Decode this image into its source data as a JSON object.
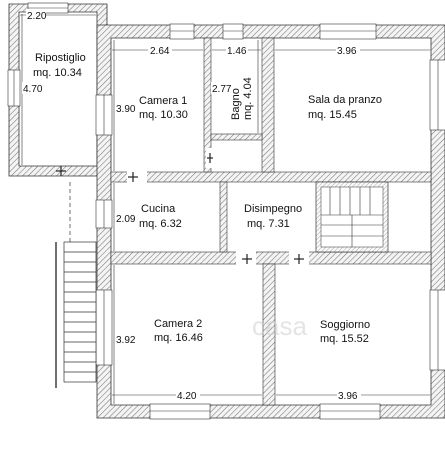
{
  "plan": {
    "watermark": "casa",
    "rooms": [
      {
        "key": "ripostiglio",
        "name": "Ripostiglio",
        "area": "mq. 10.34"
      },
      {
        "key": "camera1",
        "name": "Camera  1",
        "area": "mq. 10.30"
      },
      {
        "key": "bagno",
        "name": "Bagno",
        "area": "mq. 4.04"
      },
      {
        "key": "sala",
        "name": "Sala da pranzo",
        "area": "mq. 15.45"
      },
      {
        "key": "cucina",
        "name": "Cucina",
        "area": "mq. 6.32"
      },
      {
        "key": "disimpegno",
        "name": "Disimpegno",
        "area": "mq. 7.31"
      },
      {
        "key": "camera2",
        "name": "Camera 2",
        "area": "mq. 16.46"
      },
      {
        "key": "soggiorno",
        "name": "Soggiorno",
        "area": "mq. 15.52"
      }
    ],
    "dimensions": {
      "ripostiglio_width": "2.20",
      "ripostiglio_height": "4.70",
      "camera1_width": "2.64",
      "camera1_height": "3.90",
      "bagno_width": "1.46",
      "bagno_height": "2.77",
      "sala_width": "3.96",
      "cucina_height": "2.09",
      "camera2_width": "4.20",
      "camera2_height": "3.92",
      "soggiorno_width": "3.96"
    }
  }
}
